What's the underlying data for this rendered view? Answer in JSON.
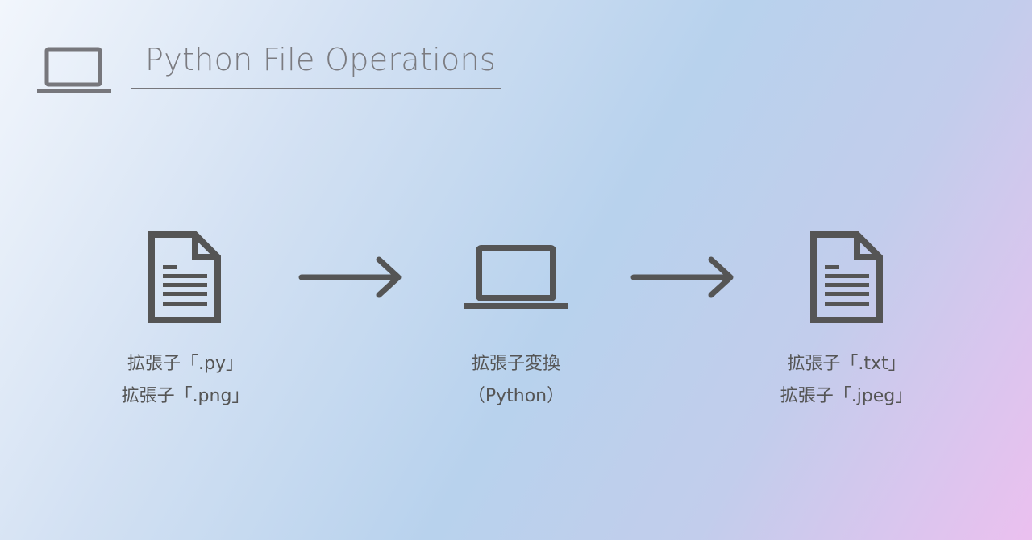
{
  "header": {
    "title": "Python File Operations",
    "icon": "laptop-icon"
  },
  "diagram": {
    "source": {
      "icon": "document-icon",
      "lines": [
        "拡張子「.py」",
        "拡張子「.png」"
      ]
    },
    "process": {
      "icon": "laptop-icon",
      "lines": [
        "拡張子変換",
        "（Python）"
      ]
    },
    "target": {
      "icon": "document-icon",
      "lines": [
        "拡張子「.txt」",
        "拡張子「.jpeg」"
      ]
    }
  },
  "colors": {
    "icon": "#555555",
    "title": "#7b7b80"
  }
}
